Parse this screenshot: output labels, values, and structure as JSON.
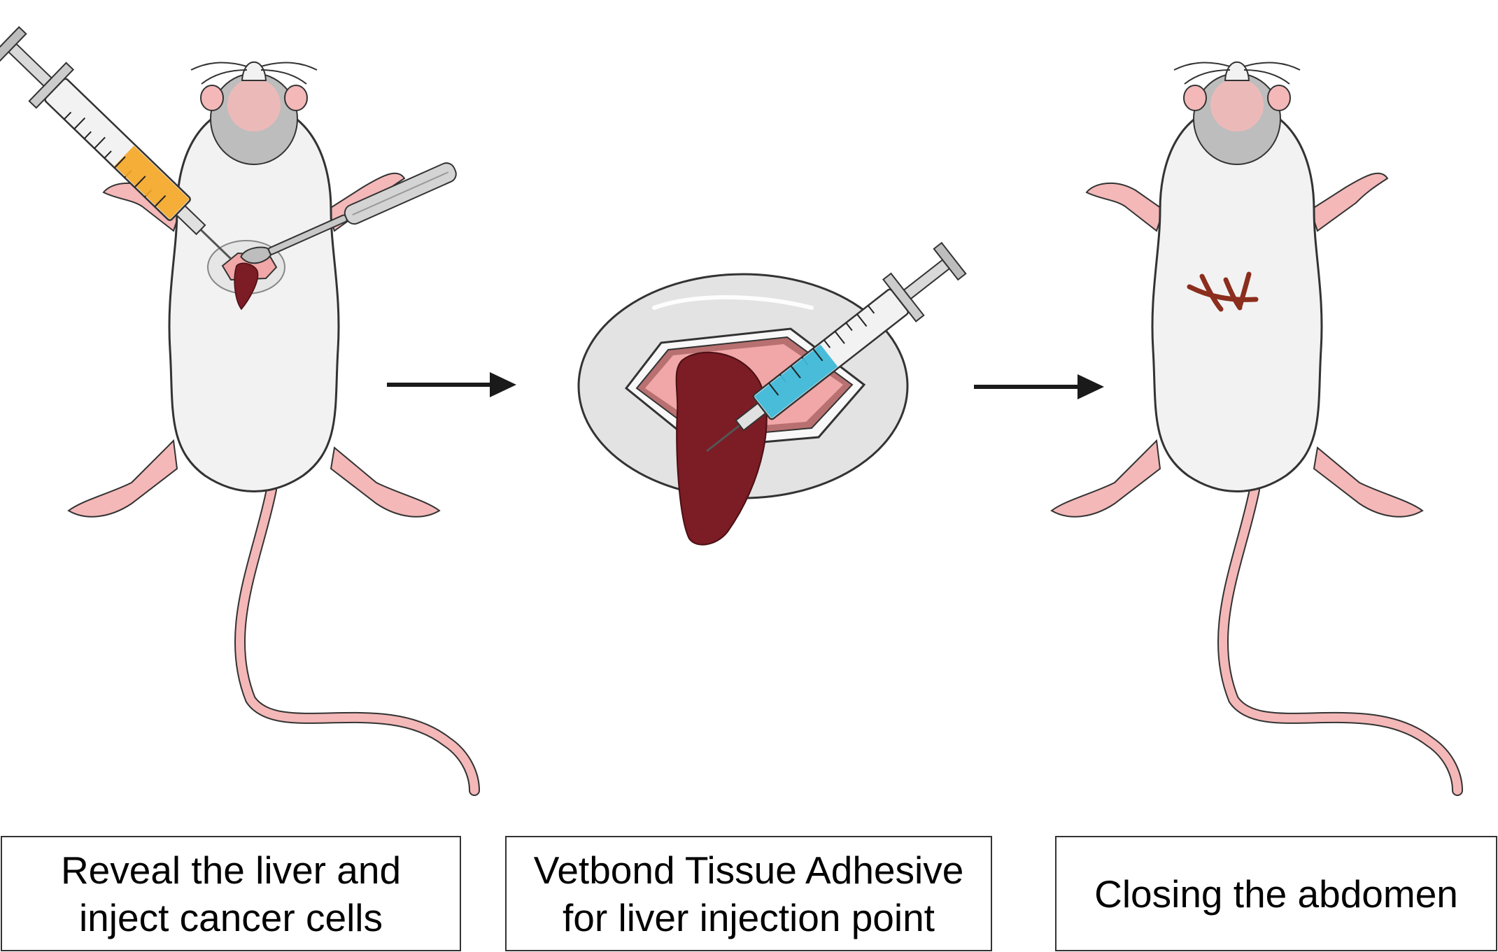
{
  "steps": [
    {
      "label_line1": "Reveal the liver and",
      "label_line2": "inject cancer cells"
    },
    {
      "label_line1": "Vetbond Tissue Adhesive",
      "label_line2": "for liver injection point"
    },
    {
      "label_line1": "Closing the abdomen"
    }
  ],
  "colors": {
    "mouse_body": "#f2f2f2",
    "mouse_head": "#bdbdbd",
    "mouse_skin": "#f4b8b8",
    "liver": "#7c1c24",
    "syringe_fluid_step1": "#f5a623",
    "syringe_fluid_step2": "#3fb8d8",
    "suture": "#8b2e1e",
    "arrow": "#1a1a1a"
  },
  "icons": [
    "mouse-icon",
    "syringe-icon",
    "scalpel-icon",
    "liver-icon",
    "suture-icon",
    "arrow-right-icon"
  ]
}
